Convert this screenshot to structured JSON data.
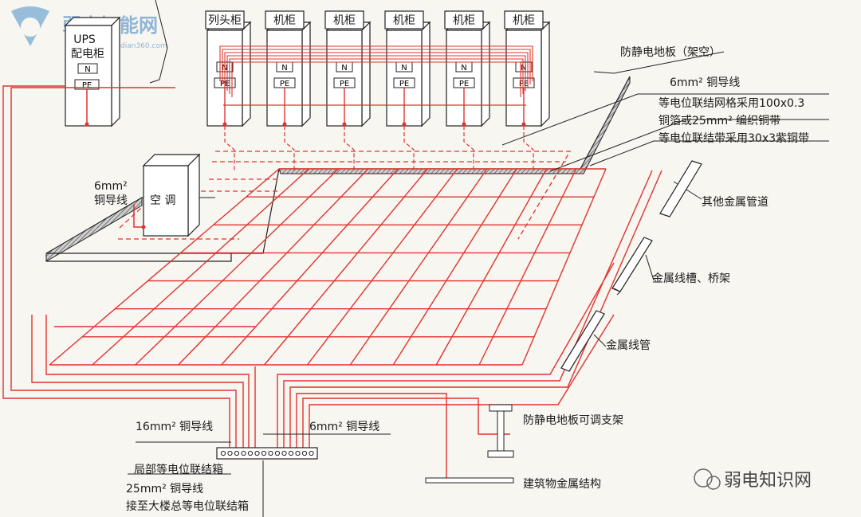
{
  "watermark_top": {
    "brand": "弱电智能网",
    "url": "www.ruodian360.com"
  },
  "watermark_bottom": "弱电知识网",
  "ups_cabinet": "UPS\n配电柜",
  "cabinets": [
    "列头柜",
    "机柜",
    "机柜",
    "机柜",
    "机柜",
    "机柜"
  ],
  "terminals": {
    "n": "N",
    "pe": "PE"
  },
  "air_conditioner": "空 调",
  "labels": {
    "floor_board": "防静电地板（架空）",
    "copper_6_top": "6mm² 铜导线",
    "mesh_1": "等电位联结网格采用100x0.3",
    "mesh_2": "铜箔或25mm² 编织铜带",
    "mesh_3": "等电位联结带采用30x3紫铜带",
    "copper_6_left_1": "6mm²",
    "copper_6_left_2": "铜导线",
    "other_pipes": "其他金属管道",
    "tray": "金属线槽、桥架",
    "conduit": "金属线管",
    "support": "防静电地板可调支架",
    "building_structure": "建筑物金属结构",
    "copper_16": "16mm² 铜导线",
    "copper_6_bottom": "6mm² 铜导线",
    "local_box": "局部等电位联结箱",
    "copper_25": "25mm² 铜导线",
    "main_box": "接至大楼总等电位联结箱"
  },
  "colors": {
    "conductor": "#e0332f",
    "line": "#222222",
    "paper": "#f8f6f1",
    "board": "#9a9a9a"
  }
}
